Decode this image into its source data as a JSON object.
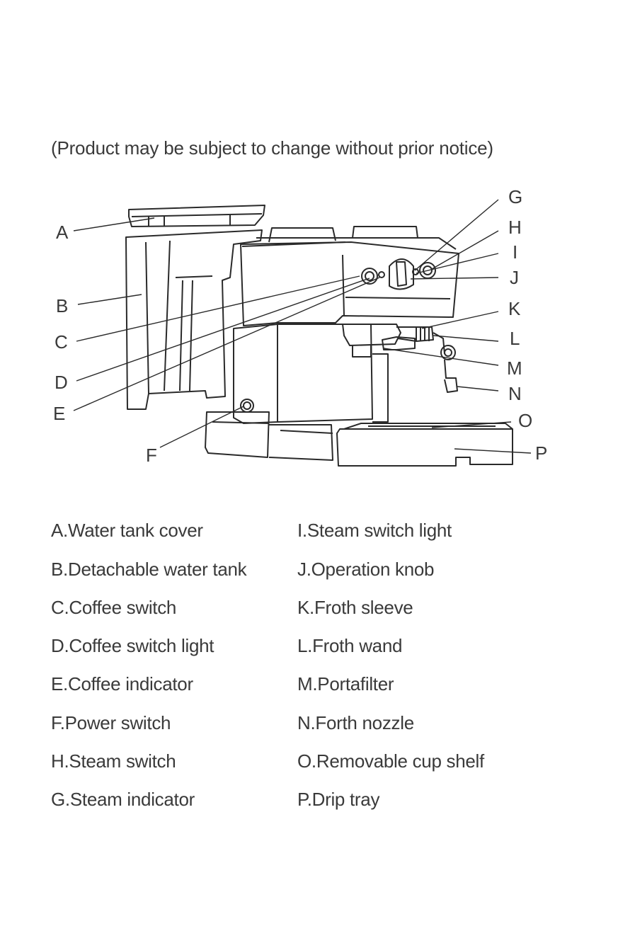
{
  "notice": "(Product may be subject to change without prior notice)",
  "callouts": {
    "A": "A",
    "B": "B",
    "C": "C",
    "D": "D",
    "E": "E",
    "F": "F",
    "G": "G",
    "H": "H",
    "I": "I",
    "J": "J",
    "K": "K",
    "L": "L",
    "M": "M",
    "N": "N",
    "O": "O",
    "P": "P"
  },
  "legend": {
    "left": [
      "A.Water tank cover",
      "B.Detachable water tank",
      "C.Coffee switch",
      "D.Coffee switch light",
      "E.Coffee indicator",
      "F.Power switch",
      "H.Steam switch",
      "G.Steam indicator"
    ],
    "right": [
      "I.Steam switch light",
      "J.Operation knob",
      "K.Froth sleeve",
      "L.Froth wand",
      "M.Portafilter",
      "N.Forth nozzle",
      "O.Removable cup shelf",
      "P.Drip tray"
    ]
  }
}
